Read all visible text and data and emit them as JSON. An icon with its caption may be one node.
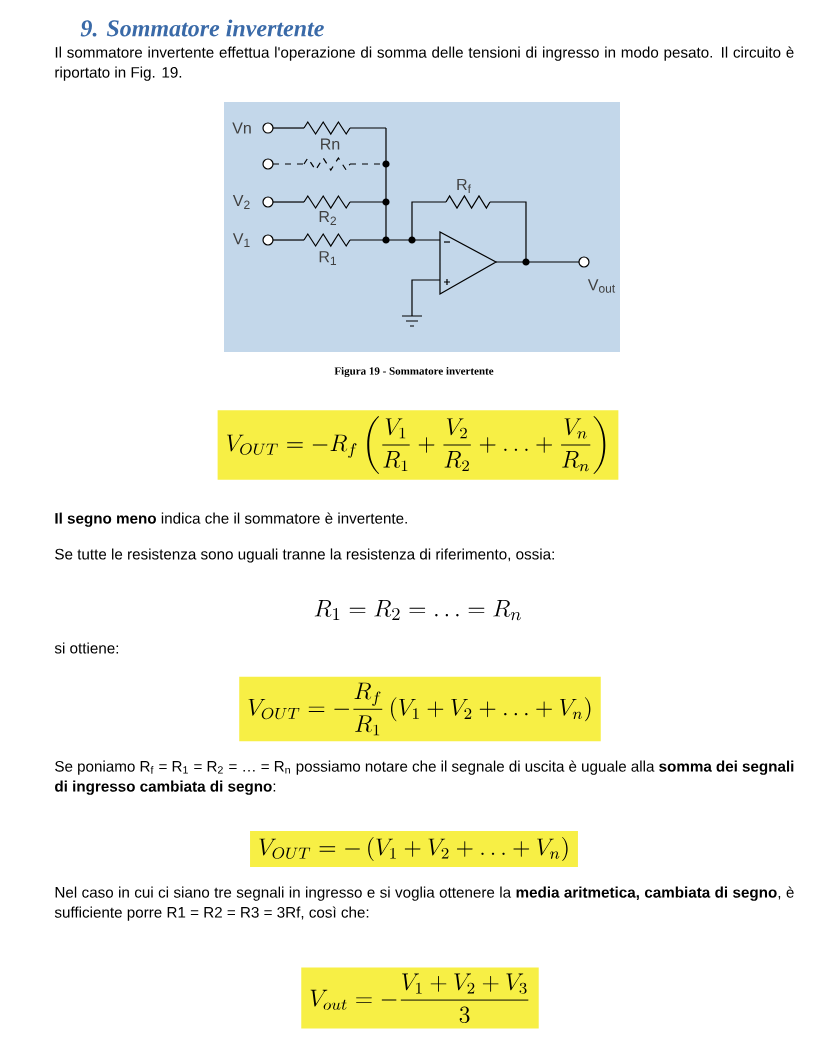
{
  "diagram": {
    "title": "9. Sommatore invertente",
    "caption": "Figura 19 - Sommatore invertente",
    "labels": [
      "Il sommatore invertente effettua l'operazione di somma delle tensioni di ingresso in modo pesato. Il circuito è riportato in Fig. 19.",
      "Vn",
      "Rn",
      "V$_{2}$",
      "R$_{2}$",
      "V$_{1}$",
      "R$_{1}$",
      "R$_{f}$",
      "V$_{out}$",
      "V_{OUT} = -R_{f}\\left(\\frac{V_{1}}{R_{1}}+\\frac{V_{2}}{R_{2}}+\\ldots+\\frac{V_{n}}{R_{n}}\\right)",
      "**Il segno meno** indica che il sommatore è invertente.",
      "Se tutte le resistenza sono uguali tranne la resistenza di riferimento, ossia:",
      "R_{1} = R_{2} = \\ldots = R_{n}",
      "si ottiene:",
      "V_{OUT} = -\\frac{R_{f}}{R_{1}}\\left(V_{1}+V_{2}+\\ldots+V_{n}\\right)",
      "Se poniamo R$_{f}$ = R$_{1}$ = R$_{2}$ = … = R$_{n}$ possiamo notare che il segnale di uscita è uguale alla **somma dei segnali di ingresso cambiata di segno**:",
      "V_{OUT} = -\\left(V_{1}+V_{2}+\\ldots+V_{n}\\right)",
      "Nel caso in cui ci siano tre segnali in ingresso e si voglia ottenere la **media aritmetica, cambiata di segno**, è sufficiente porre R1 = R2 = R3 = 3Rf, così che:",
      "V_{out} = -\\frac{V_{1}+V_{2}+V_{3}}{3}"
    ]
  }
}
